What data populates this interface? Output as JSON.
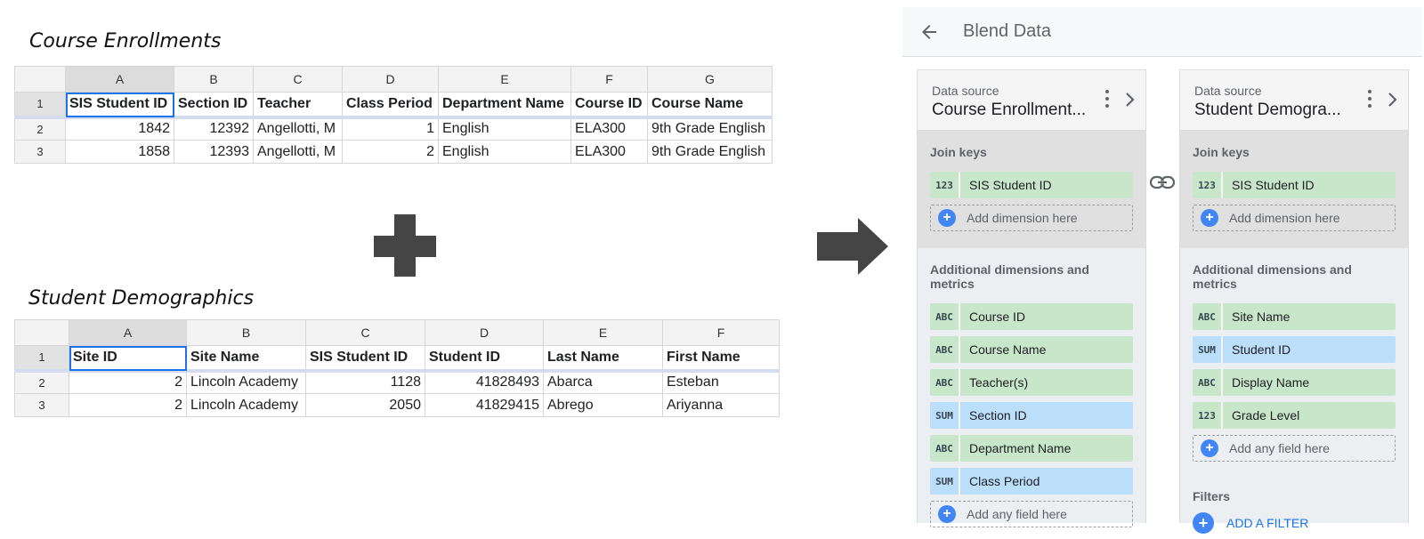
{
  "sheet1": {
    "title": "Course Enrollments",
    "col_letters": [
      "A",
      "B",
      "C",
      "D",
      "E",
      "F",
      "G"
    ],
    "row_numbers": [
      "1",
      "2",
      "3"
    ],
    "headers": [
      "SIS Student ID",
      "Section ID",
      "Teacher",
      "Class Period",
      "Department Name",
      "Course ID",
      "Course Name"
    ],
    "rows": [
      [
        "1842",
        "12392",
        "Angellotti, M",
        "1",
        "English",
        "ELA300",
        "9th Grade English"
      ],
      [
        "1858",
        "12393",
        "Angellotti, M",
        "2",
        "English",
        "ELA300",
        "9th Grade English"
      ]
    ]
  },
  "sheet2": {
    "title": "Student Demographics",
    "col_letters": [
      "A",
      "B",
      "C",
      "D",
      "E",
      "F"
    ],
    "row_numbers": [
      "1",
      "2",
      "3"
    ],
    "headers": [
      "Site ID",
      "Site Name",
      "SIS Student ID",
      "Student ID",
      "Last Name",
      "First Name"
    ],
    "rows": [
      [
        "2",
        "Lincoln Academy",
        "1128",
        "41828493",
        "Abarca",
        "Esteban"
      ],
      [
        "2",
        "Lincoln Academy",
        "2050",
        "41829415",
        "Abrego",
        "Ariyanna"
      ]
    ]
  },
  "blend": {
    "title": "Blend Data",
    "panels": [
      {
        "label": "Data source",
        "name": "Course Enrollment...",
        "join_title": "Join keys",
        "join_keys": [
          {
            "type": "123",
            "name": "SIS Student ID",
            "color": "green"
          }
        ],
        "add_dimension": "Add dimension here",
        "additional_title": "Additional dimensions and metrics",
        "fields": [
          {
            "type": "ABC",
            "name": "Course ID",
            "color": "green"
          },
          {
            "type": "ABC",
            "name": "Course Name",
            "color": "green"
          },
          {
            "type": "ABC",
            "name": "Teacher(s)",
            "color": "green"
          },
          {
            "type": "SUM",
            "name": "Section ID",
            "color": "blue"
          },
          {
            "type": "ABC",
            "name": "Department Name",
            "color": "green"
          },
          {
            "type": "SUM",
            "name": "Class Period",
            "color": "blue"
          }
        ],
        "add_field": "Add any field here"
      },
      {
        "label": "Data source",
        "name": "Student Demogra...",
        "join_title": "Join keys",
        "join_keys": [
          {
            "type": "123",
            "name": "SIS Student ID",
            "color": "green"
          }
        ],
        "add_dimension": "Add dimension here",
        "additional_title": "Additional dimensions and metrics",
        "fields": [
          {
            "type": "ABC",
            "name": "Site Name",
            "color": "green"
          },
          {
            "type": "SUM",
            "name": "Student ID",
            "color": "blue"
          },
          {
            "type": "ABC",
            "name": "Display Name",
            "color": "green"
          },
          {
            "type": "123",
            "name": "Grade Level",
            "color": "green"
          }
        ],
        "add_field": "Add any field here",
        "filters_title": "Filters",
        "add_filter": "ADD A FILTER"
      }
    ]
  }
}
